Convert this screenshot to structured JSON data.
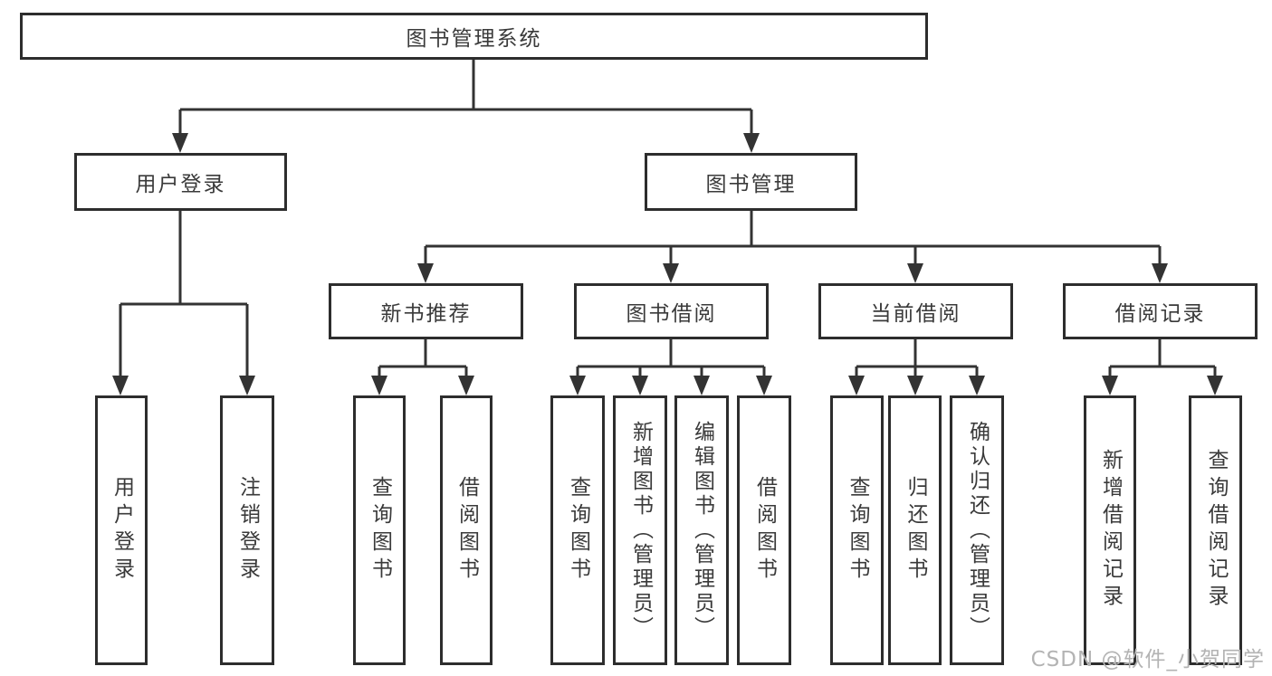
{
  "tree": {
    "label": "图书管理系统",
    "children": [
      {
        "label": "用户登录",
        "children": [
          {
            "label": "用户登录"
          },
          {
            "label": "注销登录"
          }
        ]
      },
      {
        "label": "图书管理",
        "children": [
          {
            "label": "新书推荐",
            "children": [
              {
                "label": "查询图书"
              },
              {
                "label": "借阅图书"
              }
            ]
          },
          {
            "label": "图书借阅",
            "children": [
              {
                "label": "查询图书"
              },
              {
                "label": "新增图书（管理员）"
              },
              {
                "label": "编辑图书（管理员）"
              },
              {
                "label": "借阅图书"
              }
            ]
          },
          {
            "label": "当前借阅",
            "children": [
              {
                "label": "查询图书"
              },
              {
                "label": "归还图书"
              },
              {
                "label": "确认归还（管理员）"
              }
            ]
          },
          {
            "label": "借阅记录",
            "children": [
              {
                "label": "新增借阅记录"
              },
              {
                "label": "查询借阅记录"
              }
            ]
          }
        ]
      }
    ]
  },
  "watermark": {
    "text": "CSDN @软件_小贺同学"
  },
  "colors": {
    "line": "#333333",
    "box_border": "#2d2d2d",
    "text": "#3a3a3a",
    "watermark": "#b3b3b3",
    "background": "#ffffff"
  }
}
